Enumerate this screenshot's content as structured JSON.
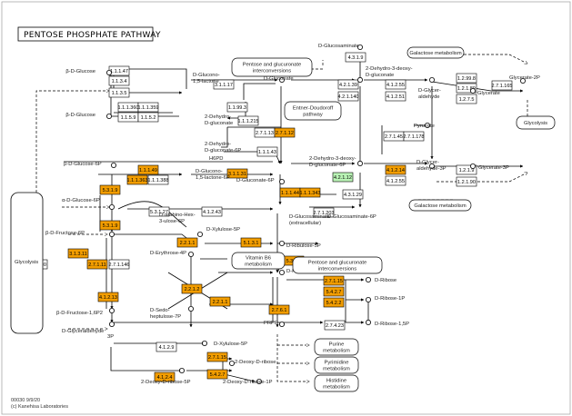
{
  "title": "PENTOSE PHOSPHATE PATHWAY",
  "footer": {
    "line1": "00030 9/9/20",
    "line2": "(c) Kanehisa Laboratories"
  },
  "colors": {
    "highlight": "#f29d00",
    "green": "#b9f3b5",
    "plain": "#ffffff",
    "border": "#000000"
  },
  "enzymes": [
    {
      "id": "e1",
      "label": "1.1.1.47",
      "fill": "plain"
    },
    {
      "id": "e2",
      "label": "1.1.3.4",
      "fill": "plain"
    },
    {
      "id": "e3",
      "label": "1.1.3.5",
      "fill": "plain"
    },
    {
      "id": "e4",
      "label": "1.1.1.360",
      "fill": "plain"
    },
    {
      "id": "e5",
      "label": "1.1.1.359",
      "fill": "plain"
    },
    {
      "id": "e6",
      "label": "1.1.5.9",
      "fill": "plain"
    },
    {
      "id": "e7",
      "label": "1.1.5.2",
      "fill": "plain"
    },
    {
      "id": "e8",
      "label": "3.1.1.17",
      "fill": "plain"
    },
    {
      "id": "e9",
      "label": "1.1.99.3",
      "fill": "plain"
    },
    {
      "id": "e10",
      "label": "1.1.1.215",
      "fill": "plain"
    },
    {
      "id": "e11",
      "label": "2.7.1.13",
      "fill": "plain"
    },
    {
      "id": "e12",
      "label": "2.7.1.12",
      "fill": "highlight"
    },
    {
      "id": "e13",
      "label": "1.1.1.43",
      "fill": "plain"
    },
    {
      "id": "e14",
      "label": "1.1.1.49",
      "fill": "highlight"
    },
    {
      "id": "e15",
      "label": "1.1.1.363",
      "fill": "highlight"
    },
    {
      "id": "e16",
      "label": "1.1.1.388",
      "fill": "plain"
    },
    {
      "id": "e17",
      "label": "3.1.1.31",
      "fill": "highlight"
    },
    {
      "id": "e18",
      "label": "1.1.1.44",
      "fill": "highlight"
    },
    {
      "id": "e19",
      "label": "1.1.1.343",
      "fill": "highlight"
    },
    {
      "id": "e20",
      "label": "5.3.1.9",
      "fill": "highlight"
    },
    {
      "id": "e21",
      "label": "5.3.1.9",
      "fill": "highlight"
    },
    {
      "id": "e22",
      "label": "3.1.3.11",
      "fill": "highlight"
    },
    {
      "id": "e23",
      "label": "2.7.1.11",
      "fill": "highlight"
    },
    {
      "id": "e24",
      "label": "2.7.1.90",
      "fill": "plain"
    },
    {
      "id": "e25",
      "label": "2.7.1.146",
      "fill": "plain"
    },
    {
      "id": "e26",
      "label": "4.1.2.13",
      "fill": "highlight"
    },
    {
      "id": "e27",
      "label": "5.3.1.27",
      "fill": "plain"
    },
    {
      "id": "e28",
      "label": "4.1.2.43",
      "fill": "plain"
    },
    {
      "id": "e29",
      "label": "2.2.1.1",
      "fill": "highlight"
    },
    {
      "id": "e30",
      "label": "5.1.3.1",
      "fill": "highlight"
    },
    {
      "id": "e31",
      "label": "5.3.1.6",
      "fill": "highlight"
    },
    {
      "id": "e32",
      "label": "2.2.1.2",
      "fill": "highlight"
    },
    {
      "id": "e33",
      "label": "2.2.1.1",
      "fill": "highlight"
    },
    {
      "id": "e34",
      "label": "4.3.1.9",
      "fill": "plain"
    },
    {
      "id": "e35",
      "label": "4.2.1.39",
      "fill": "plain"
    },
    {
      "id": "e36",
      "label": "4.2.1.140",
      "fill": "plain"
    },
    {
      "id": "e37",
      "label": "4.2.1.12",
      "fill": "green"
    },
    {
      "id": "e38",
      "label": "4.3.1.29",
      "fill": "plain"
    },
    {
      "id": "e39",
      "label": "2.7.1.203",
      "fill": "plain"
    },
    {
      "id": "e40",
      "label": "4.1.2.55",
      "fill": "plain"
    },
    {
      "id": "e41",
      "label": "4.1.2.51",
      "fill": "plain"
    },
    {
      "id": "e42",
      "label": "2.7.1.45",
      "fill": "plain"
    },
    {
      "id": "e43",
      "label": "2.7.1.178",
      "fill": "plain"
    },
    {
      "id": "e44",
      "label": "4.1.2.14",
      "fill": "highlight"
    },
    {
      "id": "e45",
      "label": "4.1.2.55",
      "fill": "plain"
    },
    {
      "id": "e46",
      "label": "1.2.99.8",
      "fill": "plain"
    },
    {
      "id": "e47",
      "label": "1.2.1.89",
      "fill": "plain"
    },
    {
      "id": "e48",
      "label": "1.2.7.5",
      "fill": "plain"
    },
    {
      "id": "e49",
      "label": "2.7.1.165",
      "fill": "plain"
    },
    {
      "id": "e50",
      "label": "1.2.1.9",
      "fill": "plain"
    },
    {
      "id": "e51",
      "label": "1.2.1.90",
      "fill": "plain"
    },
    {
      "id": "e52",
      "label": "2.7.1.15",
      "fill": "highlight"
    },
    {
      "id": "e53",
      "label": "5.4.2.7",
      "fill": "highlight"
    },
    {
      "id": "e54",
      "label": "5.4.2.2",
      "fill": "highlight"
    },
    {
      "id": "e55",
      "label": "2.7.6.1",
      "fill": "highlight"
    },
    {
      "id": "e56",
      "label": "2.7.4.23",
      "fill": "plain"
    },
    {
      "id": "e57",
      "label": "4.1.2.9",
      "fill": "plain"
    },
    {
      "id": "e58",
      "label": "2.7.1.15",
      "fill": "highlight"
    },
    {
      "id": "e59",
      "label": "4.1.2.4",
      "fill": "highlight"
    },
    {
      "id": "e60",
      "label": "5.4.2.7",
      "fill": "highlight"
    }
  ],
  "compounds": [
    {
      "id": "c1",
      "label": "β-D-Glucose"
    },
    {
      "id": "c2",
      "label": "β-D-Glucose"
    },
    {
      "id": "c3",
      "label": "D-Glucono-"
    },
    {
      "id": "c4",
      "label": "1,5-lactone"
    },
    {
      "id": "c5",
      "label": "D-Gluconate"
    },
    {
      "id": "c6",
      "label": "2-Dehydro-"
    },
    {
      "id": "c7",
      "label": "D-gluconate"
    },
    {
      "id": "c8",
      "label": "2-Dehydro-"
    },
    {
      "id": "c9",
      "label": "D-gluconate-6P"
    },
    {
      "id": "c10",
      "label": "β-D-Glucose-6P"
    },
    {
      "id": "c11",
      "label": "D-Glucono-"
    },
    {
      "id": "c12",
      "label": "1,5-lactone-6P"
    },
    {
      "id": "c13",
      "label": "D-Gluconate-6P"
    },
    {
      "id": "c14",
      "label": "α-D-Glucose-6P"
    },
    {
      "id": "c15",
      "label": "β-D-Fructose-6P"
    },
    {
      "id": "c16",
      "label": "β-D-Fructose-1,6P2"
    },
    {
      "id": "c17",
      "label": "D-Glyceraldehyde"
    },
    {
      "id": "c18",
      "label": "3P"
    },
    {
      "id": "c19",
      "label": "D-arabino-Hex-"
    },
    {
      "id": "c20",
      "label": "3-ulose-6P"
    },
    {
      "id": "c21",
      "label": "D-Xylulose-5P"
    },
    {
      "id": "c22",
      "label": "D-Erythrose-4P"
    },
    {
      "id": "c23",
      "label": "D-Ribulose-5P"
    },
    {
      "id": "c24",
      "label": "D-Ribose-5P"
    },
    {
      "id": "c25",
      "label": "D-Sedo-"
    },
    {
      "id": "c26",
      "label": "heptulose-7P"
    },
    {
      "id": "c27",
      "label": "D-Glucosaminate"
    },
    {
      "id": "c28",
      "label": "2-Dehydro-3-deoxy-"
    },
    {
      "id": "c29",
      "label": "D-gluconate"
    },
    {
      "id": "c30",
      "label": "2-Dehydro-3-deoxy-"
    },
    {
      "id": "c31",
      "label": "D-gluconate-6P"
    },
    {
      "id": "c32",
      "label": "D-Glucosaminate"
    },
    {
      "id": "c33",
      "label": "(extracellular)"
    },
    {
      "id": "c34",
      "label": "D-Glucosaminate-6P"
    },
    {
      "id": "c35",
      "label": "D-Glycer-"
    },
    {
      "id": "c36",
      "label": "aldehyde"
    },
    {
      "id": "c37",
      "label": "Glycerate"
    },
    {
      "id": "c38",
      "label": "Glycerate-2P"
    },
    {
      "id": "c39",
      "label": "Pyruvate"
    },
    {
      "id": "c40",
      "label": "D-Glycer-"
    },
    {
      "id": "c41",
      "label": "aldehyde-3P"
    },
    {
      "id": "c42",
      "label": "Glycerate-3P"
    },
    {
      "id": "c43",
      "label": "D-Ribose"
    },
    {
      "id": "c44",
      "label": "D-Ribose-1P"
    },
    {
      "id": "c45",
      "label": "D-Ribose-1,5P"
    },
    {
      "id": "c46",
      "label": "PRPP"
    },
    {
      "id": "c47",
      "label": "D-Xylulose-5P"
    },
    {
      "id": "c48",
      "label": "2-Deoxy-D-ribose"
    },
    {
      "id": "c49",
      "label": "2-Deoxy-D-ribose-5P"
    },
    {
      "id": "c50",
      "label": "2-Deoxy-D-ribose-1P"
    },
    {
      "id": "c51",
      "label": "H6PD"
    }
  ],
  "maps": [
    {
      "id": "m1",
      "lines": [
        "Pentose and glucuronate",
        "interconversions"
      ]
    },
    {
      "id": "m2",
      "lines": [
        "Entner-Doudoroff",
        "pathway"
      ]
    },
    {
      "id": "m3",
      "lines": [
        "Galactose metabolism"
      ]
    },
    {
      "id": "m4",
      "lines": [
        "Glycolysis"
      ]
    },
    {
      "id": "m5",
      "lines": [
        "Galactose metabolism"
      ]
    },
    {
      "id": "m6",
      "lines": [
        "Glycolysis"
      ]
    },
    {
      "id": "m7",
      "lines": [
        "Pentose and glucuronate",
        "interconversions"
      ]
    },
    {
      "id": "m8",
      "lines": [
        "Vitamin B6",
        "metabolism"
      ]
    },
    {
      "id": "m9",
      "lines": [
        "Purine",
        "metabolism"
      ]
    },
    {
      "id": "m10",
      "lines": [
        "Pyrimidine",
        "metabolism"
      ]
    },
    {
      "id": "m11",
      "lines": [
        "Histidine",
        "metabolism"
      ]
    }
  ]
}
